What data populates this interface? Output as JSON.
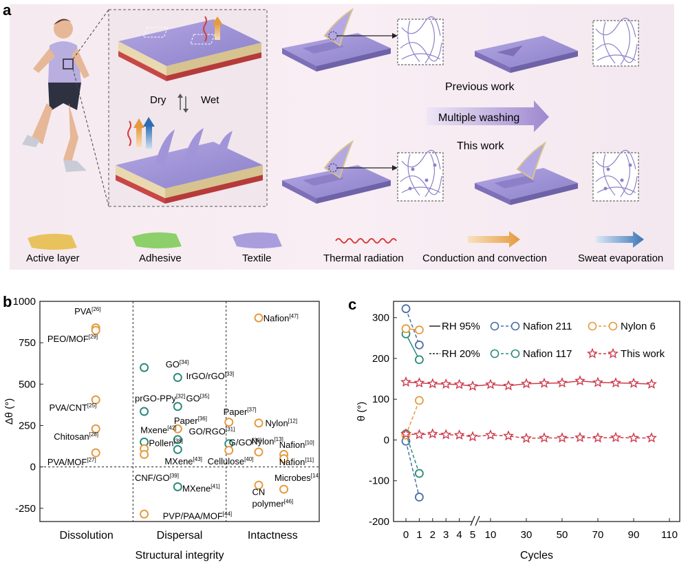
{
  "panel_a": {
    "label": "a",
    "dry_label": "Dry",
    "wet_label": "Wet",
    "previous_work": "Previous work",
    "multiple_washing": "Multiple washing",
    "this_work": "This work",
    "legend": [
      {
        "label": "Active layer",
        "color": "#e8c25c"
      },
      {
        "label": "Adhesive",
        "color": "#8dcf6a"
      },
      {
        "label": "Textile",
        "color": "#a99ddc"
      },
      {
        "label": "Thermal radiation",
        "color": "#d83a3a"
      },
      {
        "label": "Conduction and convection",
        "color": "#e9a34c"
      },
      {
        "label": "Sweat evaporation",
        "color": "#3b76b8"
      }
    ]
  },
  "panel_b": {
    "label": "b",
    "chart_data": {
      "type": "scatter",
      "ylabel": "Δθ (°)",
      "xlabel": "Structural integrity",
      "ylim": [
        -330,
        1000
      ],
      "yticks": [
        -250,
        0,
        250,
        500,
        750,
        1000
      ],
      "groups": [
        "Dissolution",
        "Dispersal",
        "Intactness"
      ],
      "points": [
        {
          "x": 0.6,
          "y": 840,
          "color": "orange"
        },
        {
          "x": 0.6,
          "y": 825,
          "color": "orange"
        },
        {
          "x": 0.6,
          "y": 405,
          "color": "orange"
        },
        {
          "x": 0.6,
          "y": 230,
          "color": "orange"
        },
        {
          "x": 0.6,
          "y": 85,
          "color": "orange"
        },
        {
          "x": 1.12,
          "y": 600,
          "color": "green"
        },
        {
          "x": 1.12,
          "y": 335,
          "color": "green"
        },
        {
          "x": 1.12,
          "y": 150,
          "color": "green"
        },
        {
          "x": 1.12,
          "y": 110,
          "color": "orange"
        },
        {
          "x": 1.12,
          "y": 75,
          "color": "orange"
        },
        {
          "x": 1.12,
          "y": -285,
          "color": "orange"
        },
        {
          "x": 1.48,
          "y": 540,
          "color": "green"
        },
        {
          "x": 1.48,
          "y": 365,
          "color": "green"
        },
        {
          "x": 1.48,
          "y": 230,
          "color": "orange"
        },
        {
          "x": 1.48,
          "y": 165,
          "color": "green"
        },
        {
          "x": 1.48,
          "y": 105,
          "color": "green"
        },
        {
          "x": 1.48,
          "y": -120,
          "color": "green"
        },
        {
          "x": 2.03,
          "y": 270,
          "color": "orange"
        },
        {
          "x": 2.03,
          "y": 140,
          "color": "green"
        },
        {
          "x": 2.03,
          "y": 100,
          "color": "orange"
        },
        {
          "x": 2.35,
          "y": 900,
          "color": "orange"
        },
        {
          "x": 2.35,
          "y": 265,
          "color": "orange"
        },
        {
          "x": 2.35,
          "y": 90,
          "color": "orange"
        },
        {
          "x": 2.35,
          "y": -110,
          "color": "orange"
        },
        {
          "x": 2.62,
          "y": 75,
          "color": "orange"
        },
        {
          "x": 2.62,
          "y": 50,
          "color": "orange"
        },
        {
          "x": 2.62,
          "y": -135,
          "color": "orange"
        }
      ],
      "labels": [
        {
          "main": "PVA",
          "ref": "[26]",
          "x": 0.37,
          "y": 920
        },
        {
          "main": "PEO/MOF",
          "ref": "[29]",
          "x": 0.08,
          "y": 755
        },
        {
          "main": "PVA/CNT",
          "ref": "[25]",
          "x": 0.1,
          "y": 340
        },
        {
          "main": "Chitosan",
          "ref": "[28]",
          "x": 0.15,
          "y": 165
        },
        {
          "main": "PVA/MOF",
          "ref": "[27]",
          "x": 0.08,
          "y": 10
        },
        {
          "main": "GO",
          "ref": "[34]",
          "x": 1.35,
          "y": 600
        },
        {
          "main": "IrGO/rGO",
          "ref": "[33]",
          "x": 1.57,
          "y": 530
        },
        {
          "main": "prGO-PPy",
          "ref": "[32]",
          "x": 1.02,
          "y": 395
        },
        {
          "main": "GO",
          "ref": "[35]",
          "x": 1.57,
          "y": 395
        },
        {
          "main": "Paper",
          "ref": "[36]",
          "x": 1.44,
          "y": 260
        },
        {
          "main": "Paper",
          "ref": "[37]",
          "x": 1.97,
          "y": 315
        },
        {
          "main": "Mxene",
          "ref": "[42]",
          "x": 1.08,
          "y": 205
        },
        {
          "main": "GO/RGO",
          "ref": "[31]",
          "x": 1.6,
          "y": 195
        },
        {
          "main": "G/GO",
          "ref": "[30]",
          "x": 2.03,
          "y": 130
        },
        {
          "main": "Pollen",
          "ref": "[38]",
          "x": 1.17,
          "y": 125
        },
        {
          "main": "MXene",
          "ref": "[43]",
          "x": 1.34,
          "y": 15
        },
        {
          "main": "Cellulose",
          "ref": "[40]",
          "x": 1.8,
          "y": 15
        },
        {
          "main": "CNF/GO",
          "ref": "[39]",
          "x": 1.02,
          "y": -85
        },
        {
          "main": "MXene",
          "ref": "[41]",
          "x": 1.53,
          "y": -150
        },
        {
          "main": "PVP/PAA/MOF",
          "ref": "[44]",
          "x": 1.32,
          "y": -315
        },
        {
          "main": "Nafion",
          "ref": "[47]",
          "x": 2.4,
          "y": 880
        },
        {
          "main": "Nylon",
          "ref": "[12]",
          "x": 2.42,
          "y": 245
        },
        {
          "main": "Nylon",
          "ref": "[13]",
          "x": 2.27,
          "y": 135
        },
        {
          "main": "Nafion",
          "ref": "[10]",
          "x": 2.57,
          "y": 115
        },
        {
          "main": "Nafion",
          "ref": "[11]",
          "x": 2.57,
          "y": 10
        },
        {
          "main": "Microbes",
          "ref": "[14]",
          "x": 2.52,
          "y": -85
        },
        {
          "main": "CN",
          "ref": "",
          "x": 2.28,
          "y": -170
        },
        {
          "main": "polymer",
          "ref": "[46]",
          "x": 2.28,
          "y": -240
        }
      ]
    }
  },
  "panel_c": {
    "label": "c",
    "chart_data": {
      "type": "line",
      "ylabel": "θ (°)",
      "xlabel": "Cycles",
      "ylim": [
        -200,
        340
      ],
      "yticks": [
        -200,
        -100,
        0,
        100,
        200,
        300
      ],
      "xticks": [
        "0",
        "1",
        "2",
        "3",
        "4",
        "5",
        "10",
        "30",
        "50",
        "70",
        "90",
        "110"
      ],
      "legend": [
        {
          "label": "RH 95%",
          "style": "solid"
        },
        {
          "label": "RH 20%",
          "style": "dashed"
        },
        {
          "label": "Nafion 211",
          "color": "#4a6fa5",
          "marker": "circle"
        },
        {
          "label": "Nafion 117",
          "color": "#2a8a7c",
          "marker": "circle"
        },
        {
          "label": "Nylon 6",
          "color": "#e59a3e",
          "marker": "circle"
        },
        {
          "label": "This work",
          "color": "#cc3a4a",
          "marker": "star"
        }
      ],
      "series": [
        {
          "name": "Nafion 211",
          "rh": "95%",
          "color": "#4a6fa5",
          "marker": "circle",
          "dash": true,
          "x": [
            0,
            1
          ],
          "y": [
            322,
            233
          ]
        },
        {
          "name": "Nafion 117",
          "rh": "95%",
          "color": "#2a8a7c",
          "marker": "circle",
          "dash": false,
          "x": [
            0,
            1
          ],
          "y": [
            260,
            197
          ]
        },
        {
          "name": "Nylon 6",
          "rh": "95%",
          "color": "#e59a3e",
          "marker": "circle",
          "dash": false,
          "x": [
            0,
            1
          ],
          "y": [
            273,
            270
          ]
        },
        {
          "name": "This work",
          "rh": "95%",
          "color": "#cc3a4a",
          "marker": "star",
          "dash": false,
          "x": [
            0,
            1,
            2,
            3,
            4,
            5,
            10,
            20,
            30,
            40,
            50,
            60,
            70,
            80,
            90,
            100
          ],
          "y": [
            142,
            140,
            138,
            137,
            136,
            132,
            136,
            133,
            138,
            139,
            140,
            145,
            141,
            140,
            139,
            137
          ]
        },
        {
          "name": "Nafion 211",
          "rh": "20%",
          "color": "#4a6fa5",
          "marker": "circle",
          "dash": true,
          "x": [
            0,
            1
          ],
          "y": [
            -3,
            -140
          ]
        },
        {
          "name": "Nafion 117",
          "rh": "20%",
          "color": "#2a8a7c",
          "marker": "circle",
          "dash": true,
          "x": [
            0,
            1
          ],
          "y": [
            15,
            -82
          ]
        },
        {
          "name": "Nylon 6",
          "rh": "20%",
          "color": "#e59a3e",
          "marker": "circle",
          "dash": true,
          "x": [
            0,
            1
          ],
          "y": [
            12,
            97
          ]
        },
        {
          "name": "This work",
          "rh": "20%",
          "color": "#cc3a4a",
          "marker": "star",
          "dash": true,
          "x": [
            0,
            1,
            2,
            3,
            4,
            5,
            10,
            20,
            30,
            40,
            50,
            60,
            70,
            80,
            90,
            100
          ],
          "y": [
            15,
            13,
            15,
            13,
            12,
            8,
            12,
            10,
            4,
            5,
            5,
            6,
            5,
            6,
            5,
            5
          ]
        }
      ]
    }
  }
}
